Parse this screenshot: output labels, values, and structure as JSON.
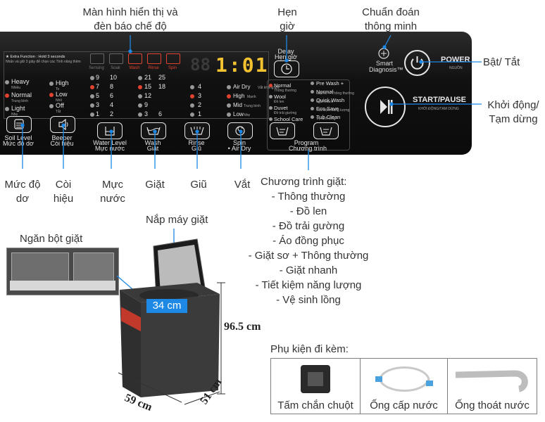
{
  "callouts_top": {
    "display": [
      "Màn hình hiển thị và",
      "đèn báo chế độ"
    ],
    "delay": [
      "Hẹn",
      "giờ"
    ],
    "smart": [
      "Chuẩn đoán",
      "thông minh"
    ],
    "power": "Bật/ Tắt",
    "start": [
      "Khởi động/",
      "Tạm dừng"
    ]
  },
  "panel": {
    "extra_function": "★ Extra Function : Hold 3 seconds",
    "extra_sub": "Nhấn và giữ 3 giây để chọn các Tính năng thêm",
    "stage_icons": [
      "Sensing",
      "Soak",
      "Wash",
      "Rinse",
      "Spin"
    ],
    "display_time": "1:01",
    "soil_levels": [
      "Heavy",
      "Normal",
      "Light"
    ],
    "soil_sub": [
      "Nhiều",
      "Trung bình",
      "Nhẹ"
    ],
    "beeper_levels": [
      "High",
      "Low",
      "Off"
    ],
    "beeper_sub": [
      "To",
      "Nhỏ",
      "Tắt"
    ],
    "water_col1": [
      "9",
      "7",
      "5",
      "3",
      "1"
    ],
    "water_col2": [
      "10",
      "8",
      "6",
      "4",
      "2"
    ],
    "wash_col1": [
      "21",
      "15",
      "12",
      "9",
      "3"
    ],
    "wash_col2": [
      "25",
      "18",
      "",
      "",
      "6"
    ],
    "rinse_levels": [
      "4",
      "3",
      "2",
      "1"
    ],
    "spin_levels": [
      "Air Dry",
      "High",
      "Mid",
      "Low"
    ],
    "spin_sub": [
      "Vắt không khí",
      "Mạnh",
      "Trung bình",
      "Nhẹ"
    ],
    "programs_left": [
      "Normal",
      "Wool",
      "Duvet",
      "School Care"
    ],
    "programs_left_sub": [
      "Thông thường",
      "Đồ len",
      "Đồ trải giường",
      "Áo đồng phục"
    ],
    "programs_right": [
      "Pre Wash +",
      "Normal",
      "Quick Wash",
      "Eco Save",
      "Tub Clean"
    ],
    "programs_right_sub": [
      "Giặt sơ + Thông thường",
      "Giặt nhanh",
      "Tiết kiệm năng lượng",
      "Vệ sinh lồng"
    ],
    "buttons": {
      "soil": "Soil Level",
      "soil_sub": "Mức độ dơ",
      "beeper": "Beeper",
      "beeper_sub": "Còi hiệu",
      "water": "Water Level",
      "water_sub": "Mực nước",
      "wash": "Wash",
      "wash_sub": "Giặt",
      "rinse": "Rinse",
      "rinse_sub": "Giũ",
      "spin": "Spin",
      "spin_sub": "• Air Dry",
      "program": "Program",
      "program_sub": "Chương trình",
      "delay": "Delay",
      "delay_sub": "Hẹn giờ",
      "smart": "Smart Diagnosis™",
      "power": "POWER",
      "power_sub": "NGUỒN",
      "start": "START/PAUSE",
      "start_sub": "KHỞI ĐỘNG/TẠM DỪNG"
    }
  },
  "callouts_bottom": {
    "soil": [
      "Mức độ",
      "dơ"
    ],
    "beeper": [
      "Còi",
      "hiệu"
    ],
    "water": [
      "Mực",
      "nước"
    ],
    "wash": "Giặt",
    "rinse": "Giũ",
    "spin": "Vắt",
    "programs_title": "Chương trình giặt:",
    "programs": [
      "- Thông thường",
      "- Đồ len",
      "- Đồ trải gường",
      "- Áo đồng phục",
      "- Giặt sơ + Thông thường",
      "- Giặt nhanh",
      "- Tiết kiệm năng lượng",
      "- Vệ sinh lồng"
    ]
  },
  "machine": {
    "drawer_label": "Ngăn bột giặt",
    "lid_label": "Nắp máy giặt",
    "tub_diameter": "34 cm",
    "height": "96.5 cm",
    "width": "59 cm",
    "depth": "51 cm"
  },
  "accessories": {
    "title": "Phụ kiện đi kèm:",
    "items": [
      "Tấm chắn chuột",
      "Ống cấp nước",
      "Ống thoát nước"
    ]
  },
  "colors": {
    "accent_red": "#e0432f",
    "display_yellow": "#f2c230",
    "dimension_blue": "#1e88e5"
  }
}
